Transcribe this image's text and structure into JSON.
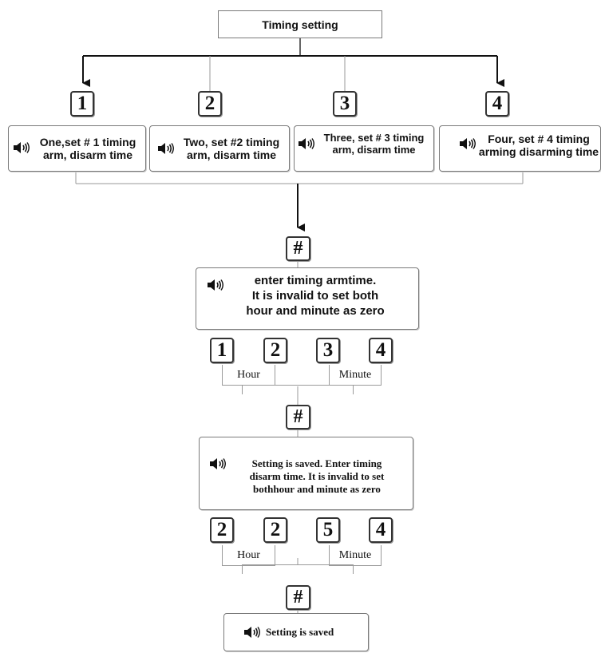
{
  "title": "Timing setting",
  "options": [
    {
      "key": "1",
      "line1": "One,set # 1 timing",
      "line2": "arm, disarm time"
    },
    {
      "key": "2",
      "line1": "Two, set #2 timing",
      "line2": "arm, disarm time"
    },
    {
      "key": "3",
      "line1": "Three, set # 3 timing",
      "line2": "arm, disarm time"
    },
    {
      "key": "4",
      "line1": "Four, set # 4 timing",
      "line2": "arming disarming time"
    }
  ],
  "hash_key": "#",
  "arm_prompt": {
    "line1": "enter timing armtime.",
    "line2": "It is invalid to set both",
    "line3": "hour and minute as zero"
  },
  "arm_digits": [
    "1",
    "2",
    "3",
    "4"
  ],
  "disarm_prompt": {
    "line1": "Setting is saved. Enter timing",
    "line2": "disarm time.  It is  invalid to set",
    "line3": "bothhour and minute as zero"
  },
  "disarm_digits": [
    "2",
    "2",
    "5",
    "4"
  ],
  "labels": {
    "hour": "Hour",
    "minute": "Minute"
  },
  "final_message": "Setting is saved",
  "icons": {
    "speaker": "speaker-icon"
  },
  "colors": {
    "ink": "#111111",
    "line": "#333333",
    "box_border": "#7a7a7a"
  }
}
